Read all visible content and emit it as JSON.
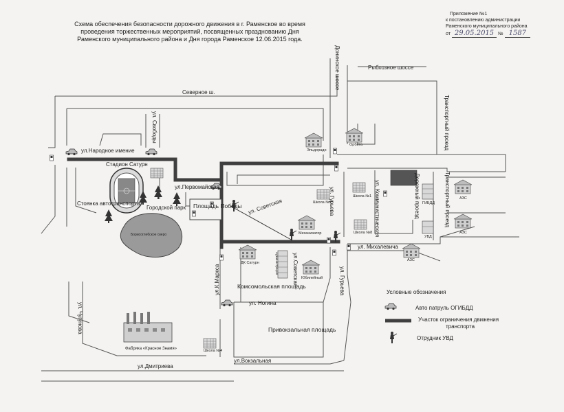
{
  "header": {
    "title_lines": [
      "Схема обеспечения безопасности дорожного движения  в г. Раменское во время",
      "проведения торжественных мероприятий, посвященных празднованию Дня",
      "Раменского муниципального района и Дня города Раменское 12.06.2015 года."
    ],
    "appendix_lines": [
      "Приложение №1",
      "к постановлению  администрации",
      "Раменского муниципального района"
    ],
    "date_prefix": "от",
    "date_value": "29.05.2015",
    "number_prefix": "№",
    "number_value": "1587"
  },
  "streets": {
    "severnoe": "Северное ш.",
    "rybkhoznoe": "Рыбхозное шоссе",
    "donino": "Донинское шоссе",
    "narodnoe": "ул.Народное имение",
    "svoboda": "ул. Свободы",
    "pervomayskaya": "ул.Первомайская",
    "sovetskaya": "ул. Советская",
    "sovetskaya2": "ул.Советская",
    "guryeva": "ул. Гурьева",
    "guryeva2": "ул. Гурьева",
    "kommunisticheskaya": "ул. Коммунистическая",
    "dorozhny": "Дорожный проезд",
    "transportny": "Транспортный проезд",
    "transportny2": "Транспортный проезд",
    "mikhalevicha": "ул. Михалевича",
    "kmarksa": "ул.К.Маркса",
    "nogina": "ул. Ногина",
    "chugunova": "ул. Чугунова",
    "dmitrieva": "ул.Дмитриева",
    "vokzalnaya": "ул.Вокзальная"
  },
  "places": {
    "stadium": "Стадион Сатурн",
    "parking": "Стоянка автотранспорта",
    "park": "Городской парк",
    "square": "Площадь Победы",
    "lake": "Борисоглебское озеро",
    "komsomol": "Комсомольская площадь",
    "privokzal": "Привокзальная площадь",
    "factory": "Фабрика «Красное Знамя»"
  },
  "buildings": {
    "eldorado": "Эльдорадо",
    "orbita": "Орбита",
    "school2": "Школа №2",
    "school1": "Школа №1",
    "school8": "Школа №8",
    "mechanizator": "Механизатор",
    "dk": "ДК Сатурн",
    "jubilee": "Юбилейный",
    "administration": "Администрация",
    "school4": "Школа №4",
    "gibdd": "ГИБДД",
    "uvd": "УВД",
    "azs1": "АЗС",
    "azs2": "АЗС",
    "azs3": "АЗС"
  },
  "legend": {
    "title": "Условные обозначения",
    "patrol": "Авто патруль ОГИБДД",
    "restriction_line1": "Участок ограничения движения",
    "restriction_line2": "транспорта",
    "officer": "Отрудник УВД"
  },
  "colors": {
    "road": "#555555",
    "restriction": "#3f3f3f",
    "lake": "#9a9a9a",
    "building": "#d8d8d8"
  }
}
